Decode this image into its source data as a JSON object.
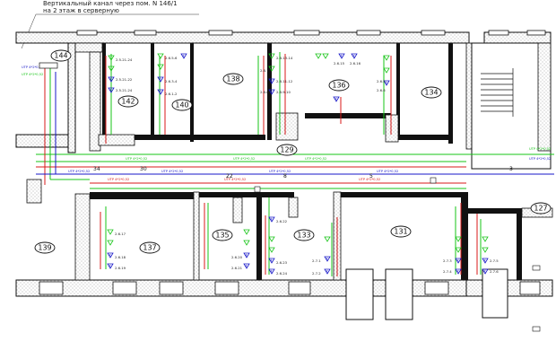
{
  "header": {
    "line1": "Вертикальный канал через пом. N 146/1",
    "line2": "на 2 этаж в серверную"
  },
  "colors": {
    "green": "#17c417",
    "red": "#d81818",
    "blue": "#1717c8",
    "wall": "#111111",
    "hatch": "#9a9a9a"
  },
  "rooms": [
    "144",
    "142",
    "140",
    "138",
    "136",
    "134",
    "129",
    "139",
    "137",
    "135",
    "133",
    "131",
    "127"
  ],
  "cable_labels": {
    "utp_4x2x052": "UTP 4*2*0,52",
    "utp_4x2_052": "UTP 4*2*0,52"
  },
  "segment_numbers": [
    "34",
    "30",
    "22",
    "8",
    "5",
    "3"
  ],
  "devices": {
    "r142": [
      "2.5.21-24",
      "2.5.21-22",
      "2.5.21-24"
    ],
    "r140": [
      "2.6.5-6",
      "2.6.3-4",
      "2.6.1-2"
    ],
    "r136": [
      "2.6.13-14",
      "2.6.11-12",
      "2.6.9-10",
      "2.6.7",
      "2.6.8",
      "2.6.15",
      "2.6.16"
    ],
    "r134": [
      "2.6.5",
      "2.6.6"
    ],
    "r137": [
      "2.6.17",
      "2.6.18",
      "2.6.19"
    ],
    "r135": [
      "2.6.20",
      "2.6.21"
    ],
    "r133": [
      "2.6.22",
      "2.6.23",
      "2.6.24",
      "2.7.1",
      "2.7.2"
    ],
    "r131": [
      "2.7.3",
      "2.7.4"
    ],
    "r127side": [
      "2.7.5",
      "2.7.6"
    ]
  }
}
